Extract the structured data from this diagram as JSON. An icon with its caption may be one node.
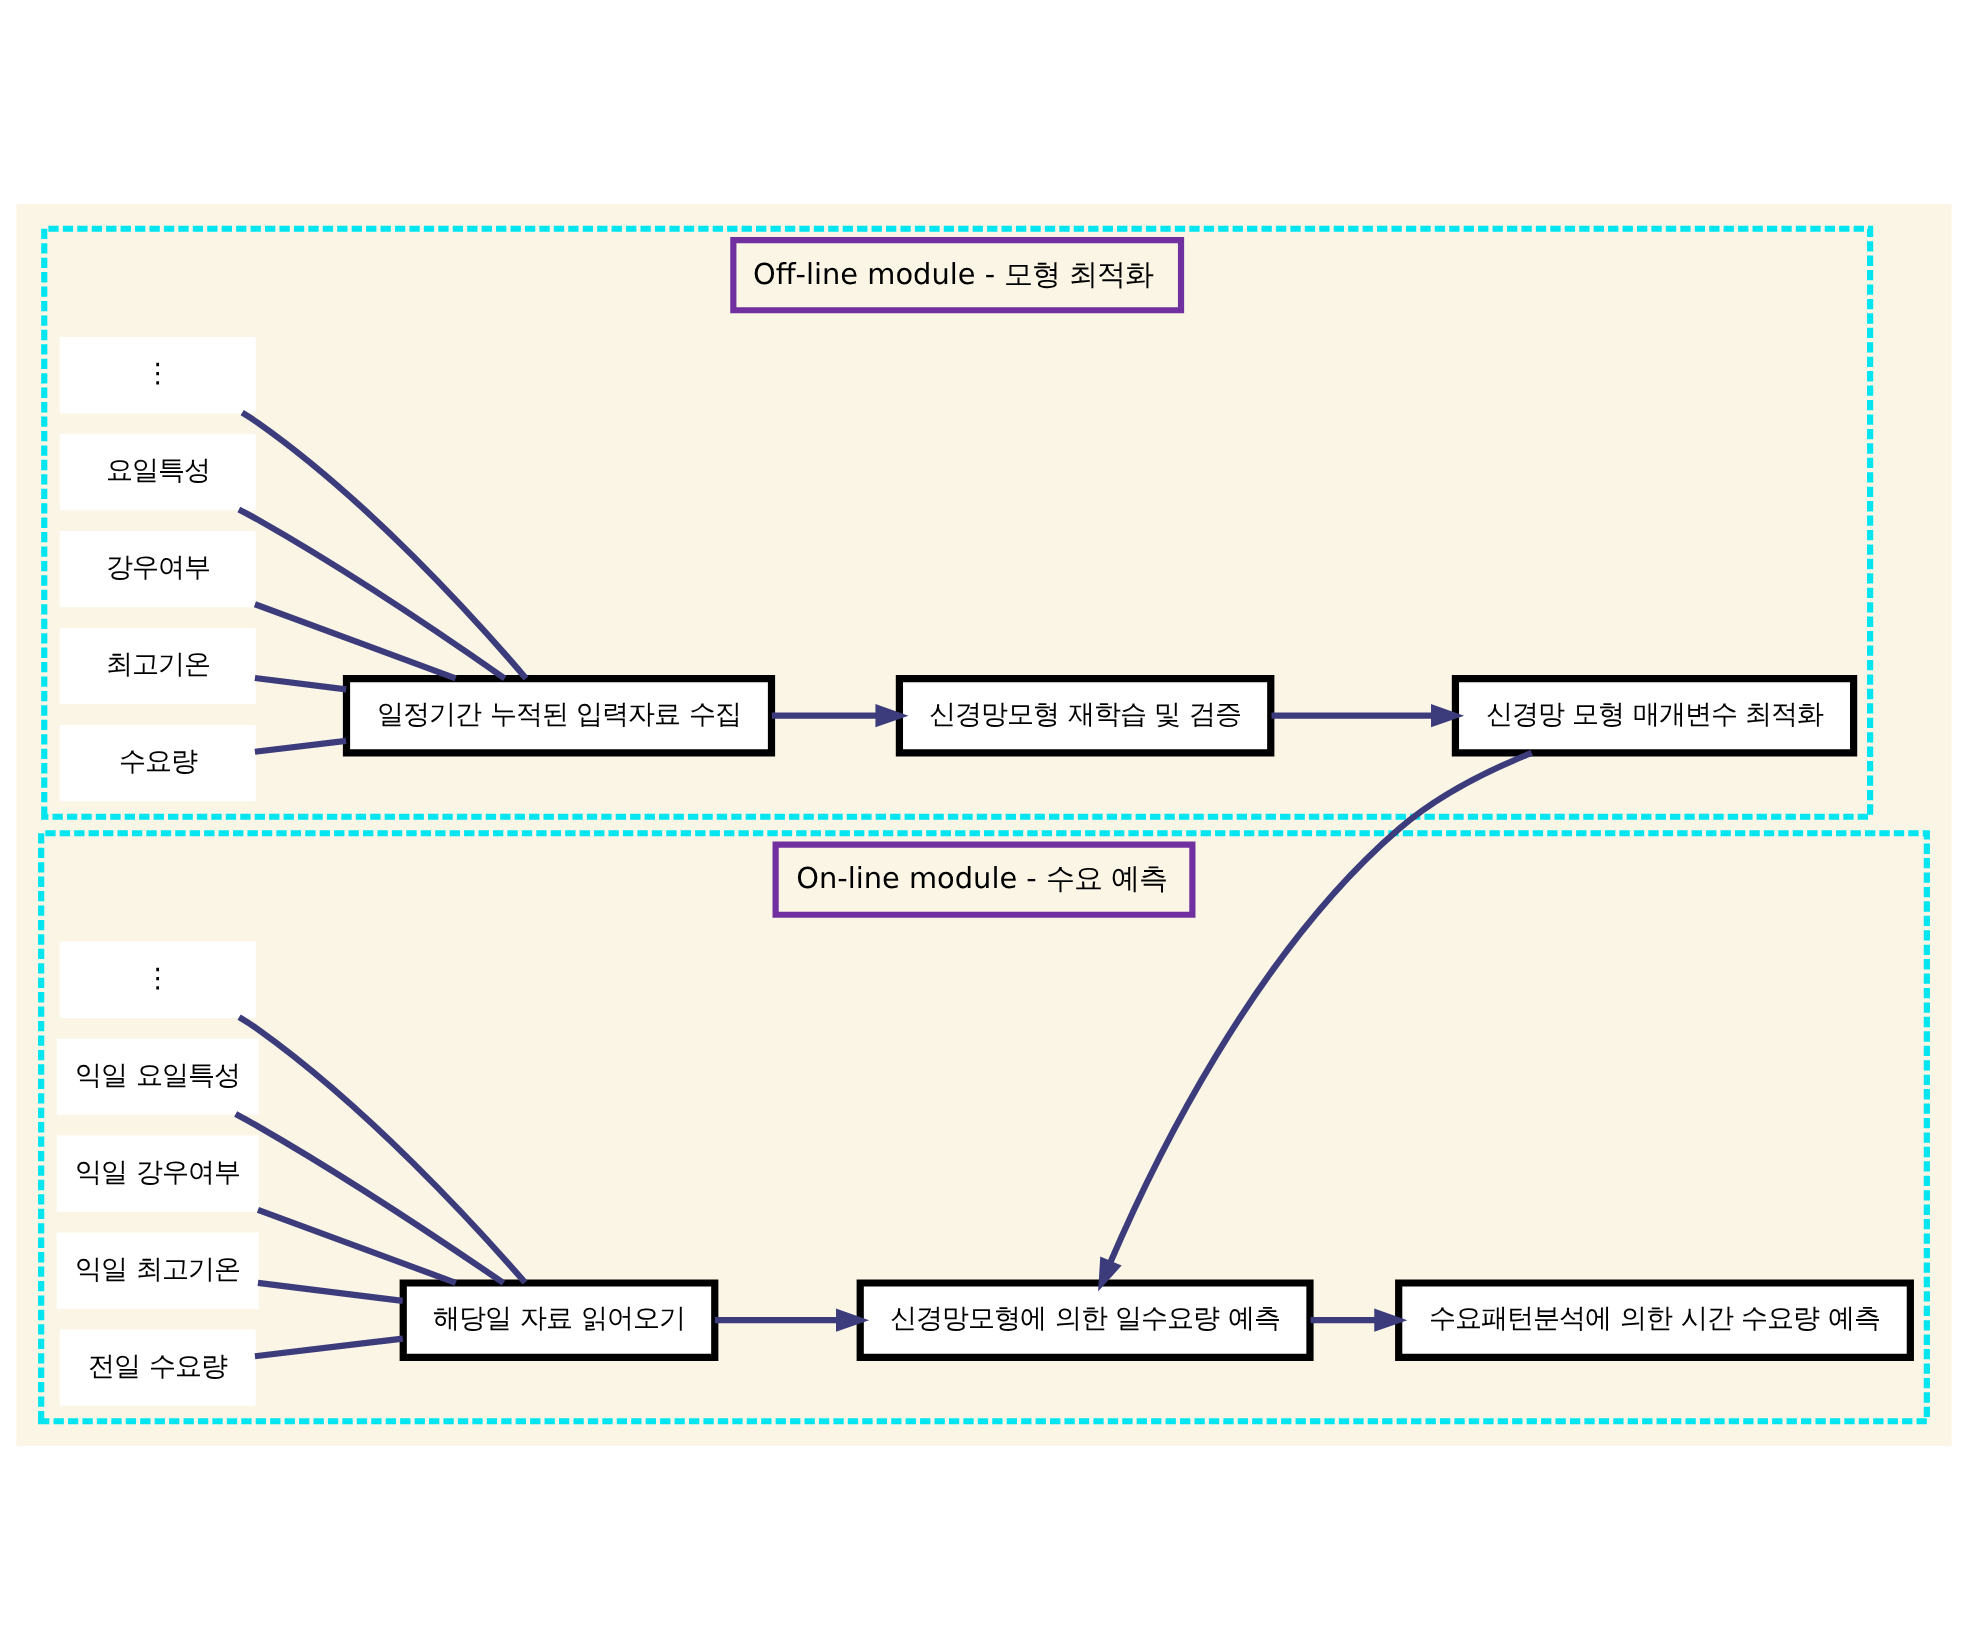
{
  "diagram": {
    "nodes": [
      {
        "text": [
          "Off-line module - 모형 최적화"
        ]
      },
      {
        "text": [
          "수요량"
        ],
        "in": 0
      },
      {
        "text": [
          "최고기온"
        ],
        "in": 0
      },
      {
        "text": [
          "강우여부"
        ],
        "in": 0
      },
      {
        "text": [
          "요일특성"
        ],
        "in": 0
      },
      {
        "text": [
          "⋮"
        ],
        "in": 0
      },
      {
        "text": [
          "일정기간 누적된 입력자료 수집"
        ],
        "in": 0
      },
      {
        "text": [
          "신경망모형 재학습 및 검증"
        ],
        "in": 0
      },
      {
        "text": [
          "신경망 모형 매개변수 최적화"
        ],
        "in": 0
      },
      {
        "text": [
          "On-line module - 수요 예측"
        ]
      },
      {
        "text": [
          "전일 수요량"
        ],
        "in": 9
      },
      {
        "text": [
          "익일 최고기온"
        ],
        "in": 9
      },
      {
        "text": [
          "익일 강우여부"
        ],
        "in": 9
      },
      {
        "text": [
          "익일 요일특성"
        ],
        "in": 9
      },
      {
        "text": [
          "⋮"
        ],
        "in": 9
      },
      {
        "text": [
          "해당일 자료 읽어오기"
        ],
        "in": 9
      },
      {
        "text": [
          "신경망모형에 의한 일수요량 예측"
        ],
        "in": 9
      },
      {
        "text": [
          "수요패턴분석에 의한 시간 수요량 예측"
        ],
        "in": 9
      }
    ],
    "edges": [
      {
        "from": 1,
        "to": 6,
        "arrow": "none"
      },
      {
        "from": 2,
        "to": 6,
        "arrow": "none"
      },
      {
        "from": 3,
        "to": 6,
        "arrow": "none"
      },
      {
        "from": 4,
        "to": 6,
        "arrow": "none"
      },
      {
        "from": 5,
        "to": 6,
        "arrow": "none"
      },
      {
        "from": 6,
        "to": 7,
        "arrow": "to"
      },
      {
        "from": 7,
        "to": 8,
        "arrow": "to"
      },
      {
        "from": 8,
        "to": 16,
        "arrow": "to"
      },
      {
        "from": 10,
        "to": 15,
        "arrow": "none"
      },
      {
        "from": 11,
        "to": 15,
        "arrow": "none"
      },
      {
        "from": 12,
        "to": 15,
        "arrow": "none"
      },
      {
        "from": 13,
        "to": 15,
        "arrow": "none"
      },
      {
        "from": 14,
        "to": 15,
        "arrow": "none"
      },
      {
        "from": 15,
        "to": 16,
        "arrow": "to"
      },
      {
        "from": 16,
        "to": 17,
        "arrow": "to"
      }
    ]
  }
}
